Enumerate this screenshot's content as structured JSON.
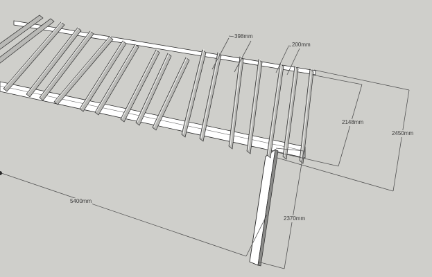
{
  "viewport": {
    "background": "#cfcfcb"
  },
  "model": {
    "type": "pergola",
    "rafter_color": "#b9b9b6",
    "rafter_highlight": "#f2f2f0",
    "beam_color": "#ffffff",
    "edge_color": "#2a2a2a"
  },
  "dimensions": {
    "rafter_spacing": "398mm",
    "rafter_overhang": "200mm",
    "beam_depth": "2148mm",
    "overall_depth": "2450mm",
    "overall_length": "5400mm",
    "post_height": "2370mm"
  }
}
